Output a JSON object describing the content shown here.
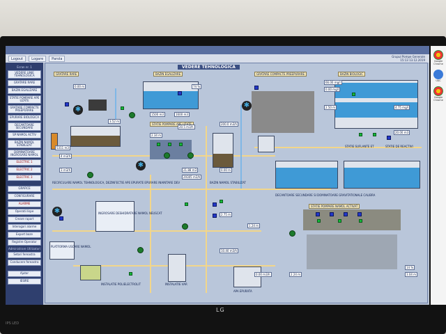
{
  "window": {
    "title": "",
    "sysinfo_lines": [
      "Grupul Pompe Generale",
      "15:13  13.12.2019"
    ]
  },
  "menubar": {
    "buttons": [
      "Logout",
      "Logare",
      "Parola"
    ]
  },
  "sidebar": {
    "header": "Ecran nr. 1",
    "items": [
      "VEDERE LINIE TEHNOLOGICA",
      "GRATARE RARE",
      "BAZIN EGALIZARE",
      "STATIE POMPARE APE UZATE",
      "GRATARE COMPACTE PREEPURARE",
      "EPURARE BIOLOGICA",
      "DECANTOARE SECUNDARE",
      "SP NAMOL ACTIV",
      "BAZIN NAMOL STABILIZAT",
      "DOMINATOARE INGROSARE NAMOL",
      "ELECTRIC 1",
      "ELECTRIC 2",
      "ELECTRIC 3"
    ],
    "items2": [
      "GRAFICE",
      "CONFIGURARE",
      "ALARME",
      "Operatii lispe",
      "Creare raport",
      "Interogari alarme",
      "Export baze",
      "Registre Operator"
    ],
    "section": "Administrare Utilizatori",
    "items3": [
      "Setari fereastra",
      "Conducere fereastra"
    ],
    "items4": [
      "Ajutor",
      "IESIRE"
    ]
  },
  "main": {
    "title": "VEDERE TEHNOLOGICA",
    "labels": {
      "gratare_rare": "GRATARE RARE",
      "bazin_egalizare": "BAZIN EGALIZARE",
      "gratare_compacte": "GRATARE COMPACTE PREEPURARE",
      "bazin_biologic": "BAZIN BIOLOGIC",
      "statie_pompare": "STATIE POMPARE APE UZATE",
      "statie_suflante": "STATIE SUFLANTE ET",
      "statie_reactivi": "STATIE DE REACTIVI",
      "recirculare": "RECIRCULARE NAMOL TEHNOLOGICA, DEZINFECTIE APE EPURATE EPURARE INAINTARE DEV",
      "decantoare": "DECANTOARE SECUNDARE SI DOMINATOARE GRAVITATIONALE CALIBRA",
      "bazin_stabilizat": "BAZIN NAMOL STABILIZAT",
      "statie_pompare_namol": "STATIE POMPARE NAMOL ACTIVAT",
      "platforma": "PLATFORMA USCARE NAMOL",
      "ingrosare": "INGROSARE DESHIDRATARE NAMOL NEUSCAT",
      "instalatie_polielectrolit": "INSTALATIE POLIELECTROLIT",
      "instalatie_var": "INSTALATIE VAR",
      "apa_epurata": "APA EPURATA"
    },
    "values": [
      "0.00 m",
      "1500 m3",
      "1600 m3",
      "74 %",
      "3.52 m",
      "20.5 m3/h",
      "200.0 m3/h",
      "2.34 m",
      "66.00 mg/l",
      "0.00 mg/l",
      "2.50 m",
      "4.75 mg/l",
      "20.00 m3",
      "4 m3/h",
      "3 m3/h",
      "5311 m3",
      "21.88 m3",
      "29305 m3/h",
      "0.00 m",
      "2.75 m",
      "10.40 m3/h",
      "1.24 m",
      "2.24 m",
      "0.00 m3/h",
      "14 %",
      "3.04 m"
    ]
  },
  "taskbar": {
    "items": [
      "Google Chrome",
      "UAC",
      "Google Chrome"
    ]
  },
  "monitor": {
    "brand": "LG",
    "model": "IPS LED"
  }
}
